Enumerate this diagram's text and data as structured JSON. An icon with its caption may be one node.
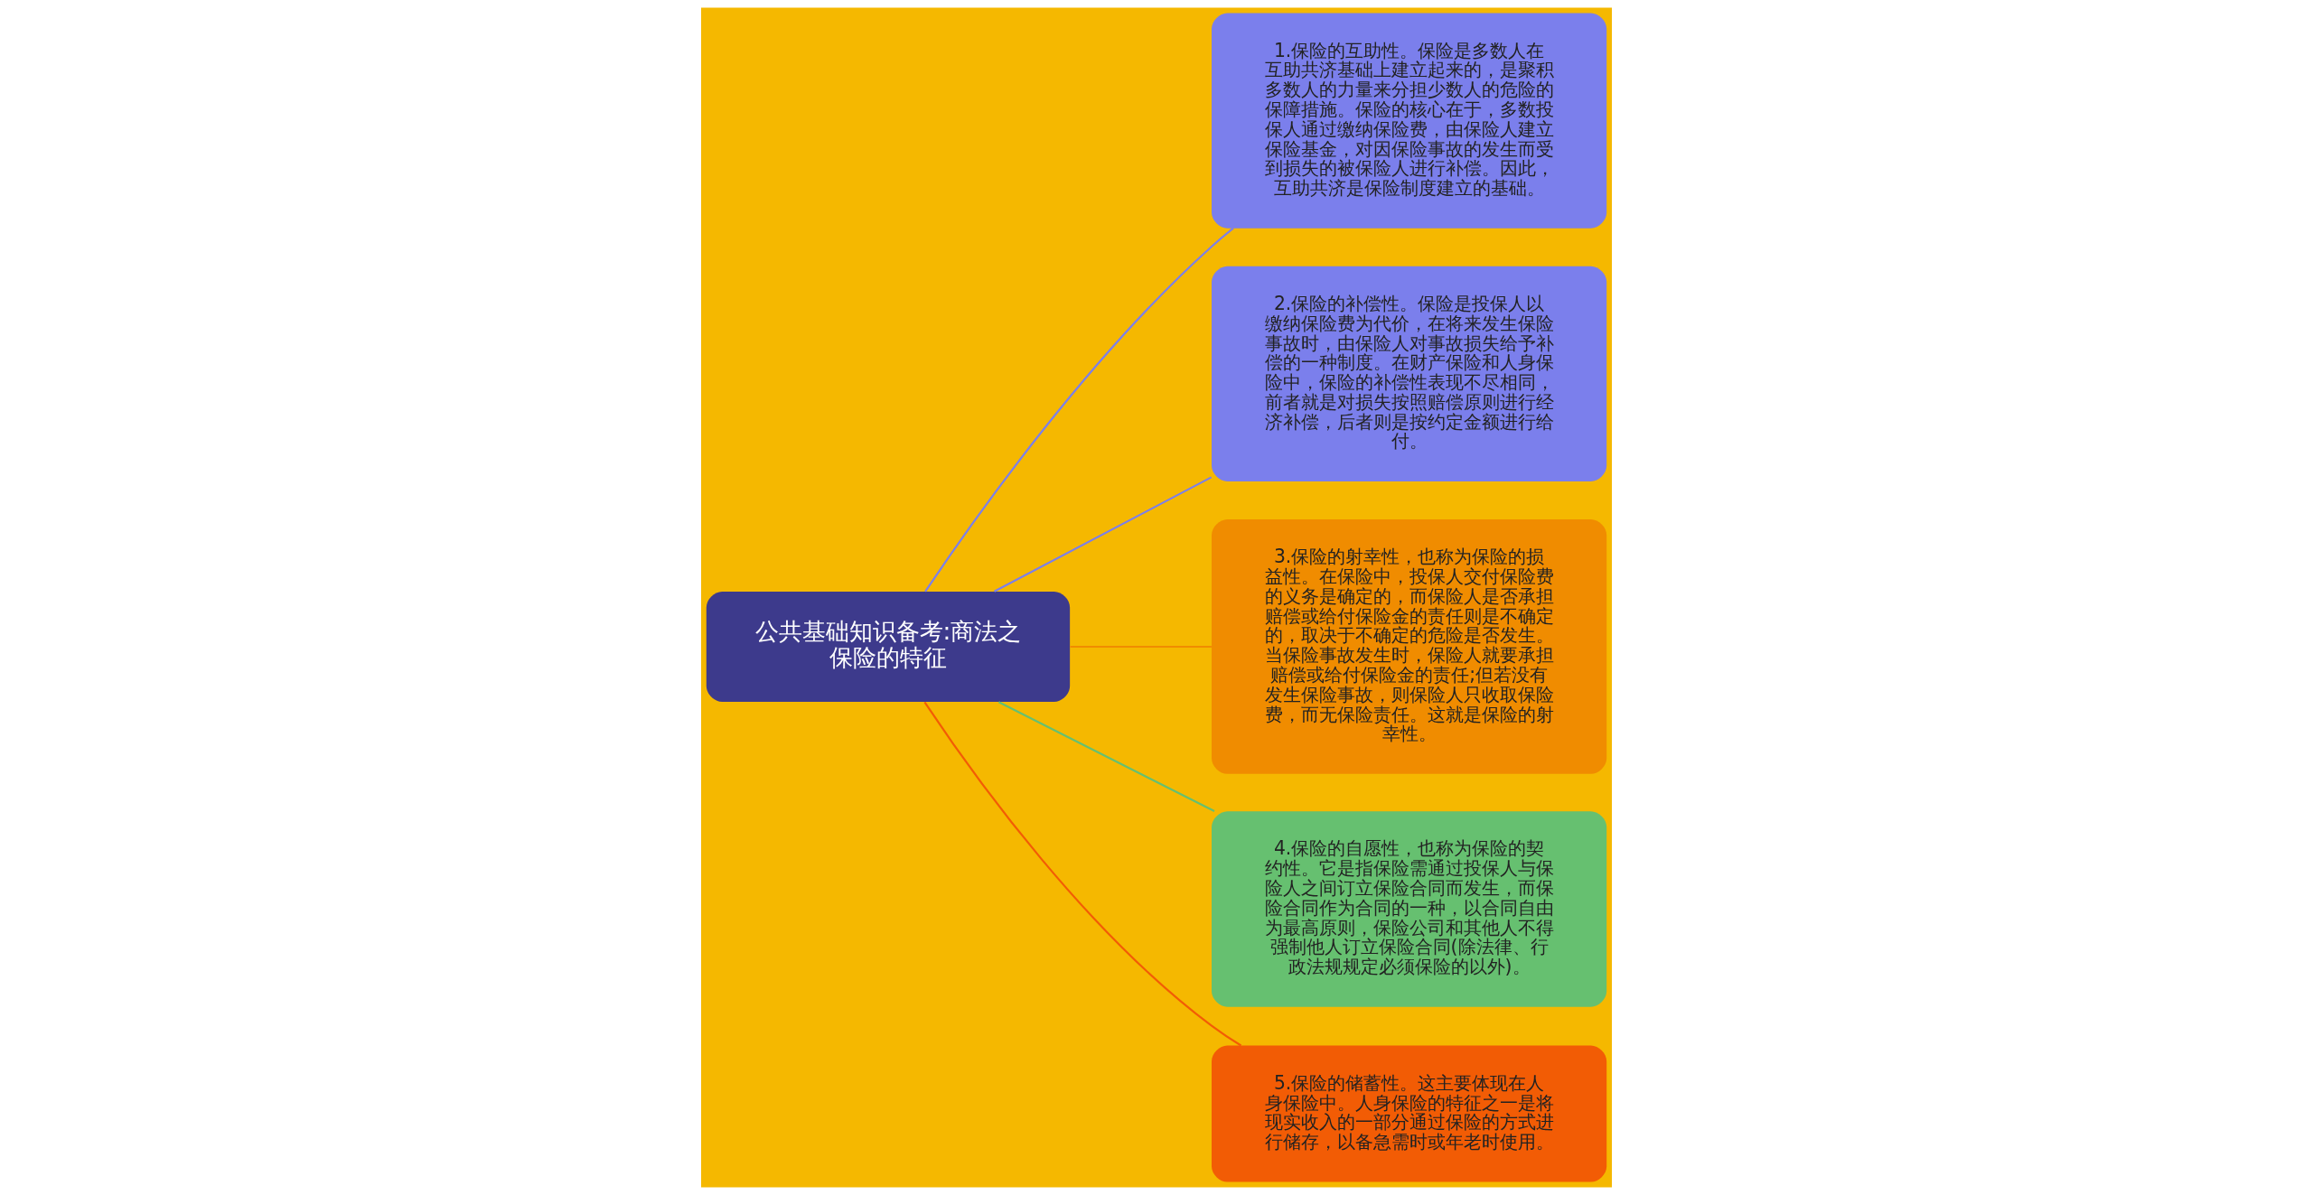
{
  "diagram": {
    "nodes": [
      {
        "text": [
          "公共基础知识备考:商法之保险的特征"
        ]
      },
      {
        "text": [
          "1.保险的互助性。保险是多数人在互助共济基础上建立起来的，是聚积多数人的力量来分担少数人的危险的保障措施。保险的核心在于，多数投保人通过缴纳保险费，由保险人建立保险基金，对因保险事故的发生而受到损失的被保险人进行补偿。因此，互助共济是保险制度建立的基础。"
        ]
      },
      {
        "text": [
          "2.保险的补偿性。保险是投保人以缴纳保险费为代价，在将来发生保险事故时，由保险人对事故损失给予补偿的一种制度。在财产保险和人身保险中，保险的补偿性表现不尽相同，前者就是对损失按照赔偿原则进行经济补偿，后者则是按约定金额进行给付。"
        ]
      },
      {
        "text": [
          "3.保险的射幸性，也称为保险的损益性。在保险中，投保人交付保险费的义务是确定的，而保险人是否承担赔偿或给付保险金的责任则是不确定的，取决于不确定的危险是否发生。当保险事故发生时，保险人就要承担赔偿或给付保险金的责任;但若没有发生保险事故，则保险人只收取保险费，而无保险责任。这就是保险的射幸性。"
        ]
      },
      {
        "text": [
          "4.保险的自愿性，也称为保险的契约性。它是指保险需通过投保人与保险人之间订立保险合同而发生，而保险合同作为合同的一种，以合同自由为最高原则，保险公司和其他人不得强制他人订立保险合同(除法律、行政法规规定必须保险的以外)。"
        ]
      },
      {
        "text": [
          "5.保险的储蓄性。这主要体现在人身保险中。人身保险的特征之一是将现实收入的一部分通过保险的方式进行储存，以备急需时或年老时使用。"
        ]
      }
    ],
    "edges": [
      {
        "from": 0,
        "to": 1,
        "arrow": "none",
        "color": "#7b7fec"
      },
      {
        "from": 0,
        "to": 2,
        "arrow": "none",
        "color": "#7b7fec"
      },
      {
        "from": 0,
        "to": 3,
        "arrow": "none",
        "color": "#f08c00"
      },
      {
        "from": 0,
        "to": 4,
        "arrow": "none",
        "color": "#66c070"
      },
      {
        "from": 0,
        "to": 5,
        "arrow": "none",
        "color": "#f25c05"
      }
    ]
  }
}
